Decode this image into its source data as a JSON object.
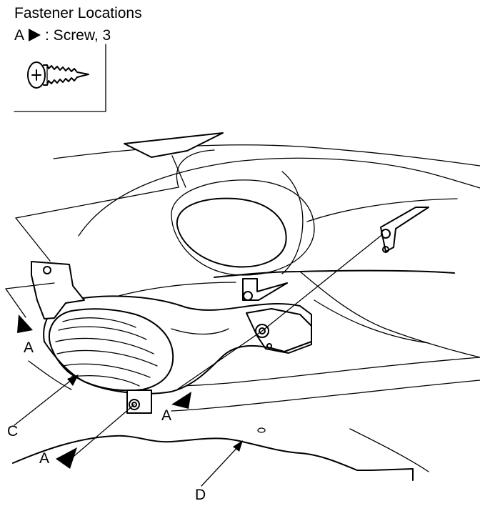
{
  "legend": {
    "title": "Fastener Locations",
    "item_letter": "A",
    "item_text": ": Screw, 3",
    "icon": "screw-icon"
  },
  "callouts": {
    "a1": "A",
    "a2": "A",
    "a3": "A",
    "c": "C",
    "d": "D"
  },
  "colors": {
    "ink": "#000000",
    "paper": "#ffffff"
  }
}
